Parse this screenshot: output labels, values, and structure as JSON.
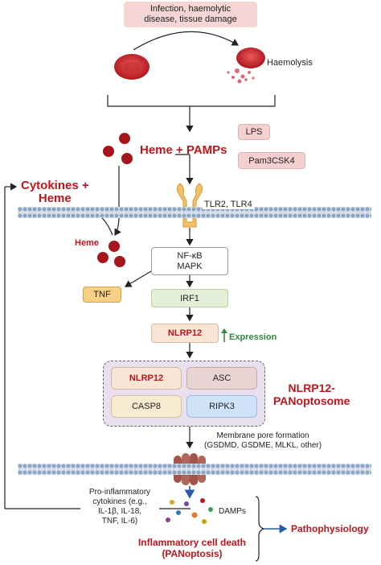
{
  "trigger": "Infection, haemolytic\ndisease, tissue damage",
  "haemolysis": "Haemolysis",
  "heme_pamps": "Heme + PAMPs",
  "lps": "LPS",
  "pam3csk4": "Pam3CSK4",
  "cytokines_heme": "Cytokines +\nHeme",
  "receptor": "TLR2, TLR4",
  "heme": "Heme",
  "nfkb_mapk": "NF-κB\nMAPK",
  "tnf": "TNF",
  "irf1": "IRF1",
  "nlrp12": "NLRP12",
  "expression": "Expression",
  "complex": {
    "nlrp12": "NLRP12",
    "asc": "ASC",
    "casp8": "CASP8",
    "ripk3": "RIPK3",
    "label": "NLRP12-\nPANoptosome"
  },
  "pore": "Membrane pore formation\n(GSDMD, GSDME, MLKL, other)",
  "cytokines_list": "Pro-inflammatory\ncytokines (e.g.,\nIL-1β, IL-18,\nTNF, IL-6)",
  "damps": "DAMPs",
  "cell_death": "Inflammatory cell death\n(PANoptosis)",
  "pathophysiology": "Pathophysiology",
  "colors": {
    "red_text": "#c0151b",
    "trigger_fill": "#f6d5d5",
    "pamp_fill": "#f3cfcf",
    "tnf_fill": "#f7cf86",
    "irf1_fill": "#e3efd6",
    "nlrp12_fill": "#f7e6d6",
    "complex_fill": "#e8e0ee",
    "asc_fill": "#ead5d5",
    "casp8_fill": "#f7ecd2",
    "ripk3_fill": "#cfe2f7",
    "green": "#2f8b3d"
  }
}
